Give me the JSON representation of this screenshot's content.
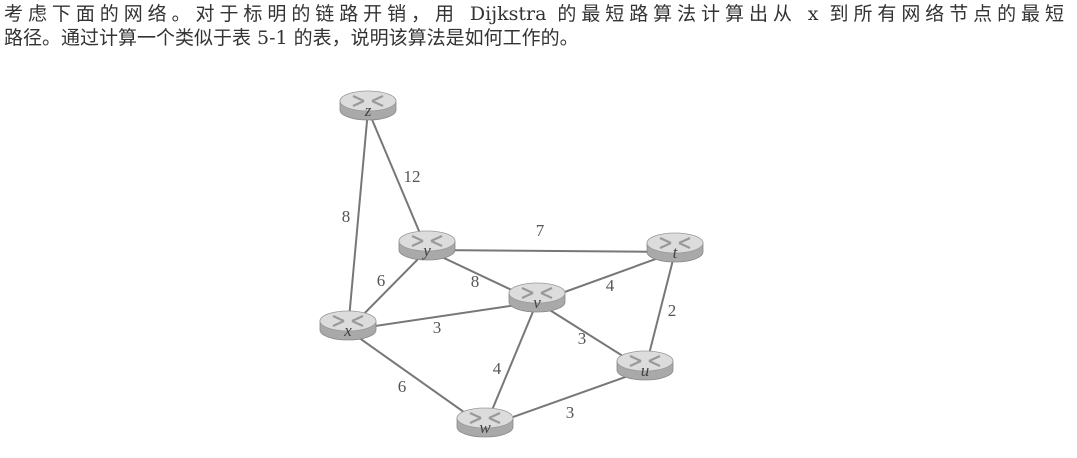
{
  "problem": {
    "line1": "考虑下面的网络。对于标明的链路开销，用 Dijkstra 的最短路算法计算出从 x 到所有网络节点的最短",
    "line2": "路径。通过计算一个类似于表 5-1 的表，说明该算法是如何工作的。"
  },
  "network": {
    "nodes": [
      "z",
      "y",
      "t",
      "v",
      "x",
      "u",
      "w"
    ],
    "edges": [
      {
        "from": "z",
        "to": "x",
        "cost": "8"
      },
      {
        "from": "z",
        "to": "y",
        "cost": "12"
      },
      {
        "from": "y",
        "to": "t",
        "cost": "7"
      },
      {
        "from": "y",
        "to": "x",
        "cost": "6"
      },
      {
        "from": "y",
        "to": "v",
        "cost": "8"
      },
      {
        "from": "v",
        "to": "t",
        "cost": "4"
      },
      {
        "from": "t",
        "to": "u",
        "cost": "2"
      },
      {
        "from": "x",
        "to": "v",
        "cost": "3"
      },
      {
        "from": "v",
        "to": "u",
        "cost": "3"
      },
      {
        "from": "v",
        "to": "w",
        "cost": "4"
      },
      {
        "from": "x",
        "to": "w",
        "cost": "6"
      },
      {
        "from": "w",
        "to": "u",
        "cost": "3"
      }
    ]
  },
  "colors": {
    "edge": "#777777",
    "router_top": "#dcdcdc",
    "router_side": "#a9a9a9"
  }
}
